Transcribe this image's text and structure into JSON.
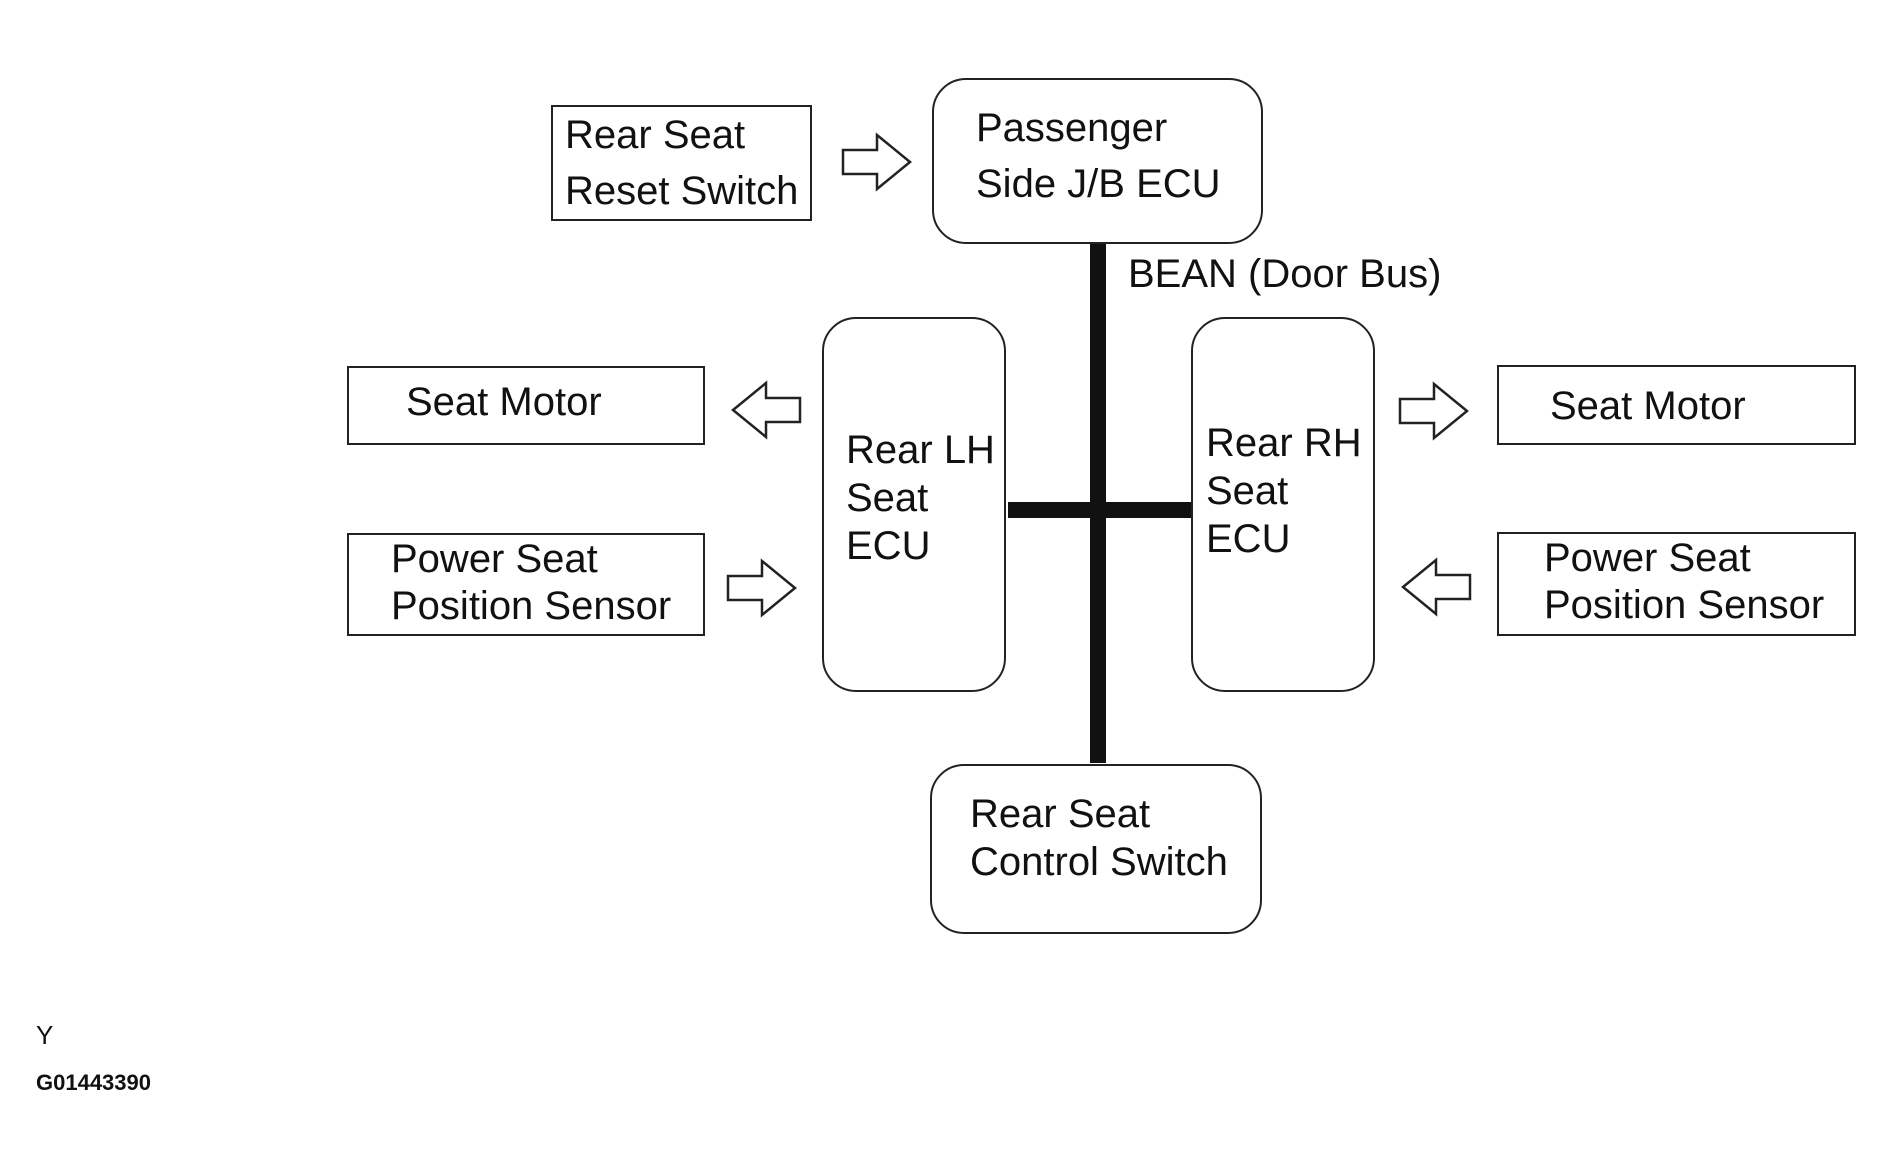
{
  "nodes": {
    "reset_switch": {
      "line1": "Rear Seat",
      "line2": "Reset Switch"
    },
    "jb_ecu": {
      "line1": "Passenger",
      "line2": "Side J/B ECU"
    },
    "lh_ecu": {
      "line1": "Rear LH",
      "line2": "Seat",
      "line3": "ECU"
    },
    "rh_ecu": {
      "line1": "Rear RH",
      "line2": "Seat",
      "line3": "ECU"
    },
    "lh_motor": {
      "label": "Seat Motor"
    },
    "rh_motor": {
      "label": "Seat Motor"
    },
    "lh_sensor": {
      "line1": "Power Seat",
      "line2": "Position Sensor"
    },
    "rh_sensor": {
      "line1": "Power Seat",
      "line2": "Position Sensor"
    },
    "control_switch": {
      "line1": "Rear Seat",
      "line2": "Control Switch"
    }
  },
  "bus_label": "BEAN (Door Bus)",
  "footer": {
    "code1": "Y",
    "code2": "G01443390"
  }
}
